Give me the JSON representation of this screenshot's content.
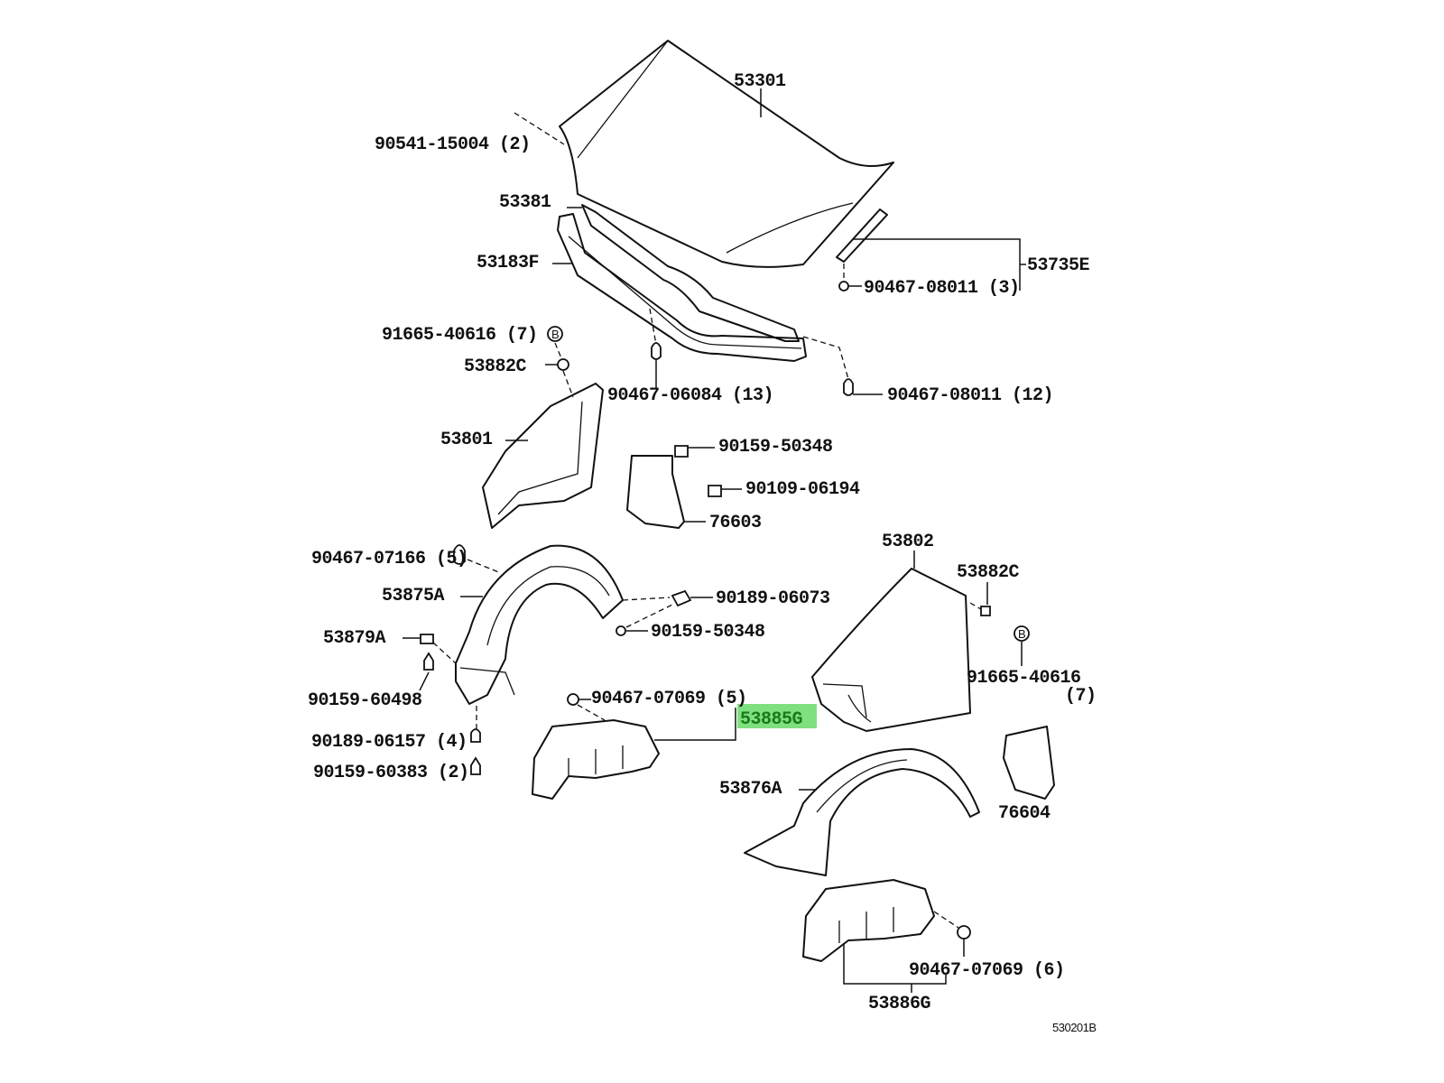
{
  "diagram": {
    "highlight_color": "#7ee07e",
    "figure_code": "530201B",
    "parts": {
      "hood": "53301",
      "hood_clip": "90541-15004 (2)",
      "hood_seal": "53381",
      "seal_lower": "53183F",
      "side_seal": "53735E",
      "side_seal_clip": "90467-08011 (3)",
      "nut_b_upper": "91665-40616 (7)",
      "nut_b_symbol": "B",
      "retainer_left": "53882C",
      "seal_clip_a": "90467-06084 (13)",
      "seal_clip_b": "90467-08011 (12)",
      "apron_left": "53801",
      "mudguard_screw": "90159-50348",
      "mudguard_bolt": "90109-06194",
      "mudguard_left": "76603",
      "fender_right": "53802",
      "retainer_right": "53882C",
      "liner_clip_a": "90467-07166 (5)",
      "liner_left": "53875A",
      "liner_clip_b": "90189-06073",
      "liner_screw": "90159-50348",
      "liner_bracket": "53879A",
      "nut_b_lower": "91665-40616",
      "nut_b_lower_qty": "(7)",
      "screw_60498": "90159-60498",
      "shield_clip_left": "90467-07069 (5)",
      "shield_left": "53885G",
      "clip_06157": "90189-06157 (4)",
      "screw_60383": "90159-60383 (2)",
      "liner_right": "53876A",
      "mudguard_right": "76604",
      "shield_clip_right": "90467-07069 (6)",
      "shield_right": "53886G"
    }
  }
}
